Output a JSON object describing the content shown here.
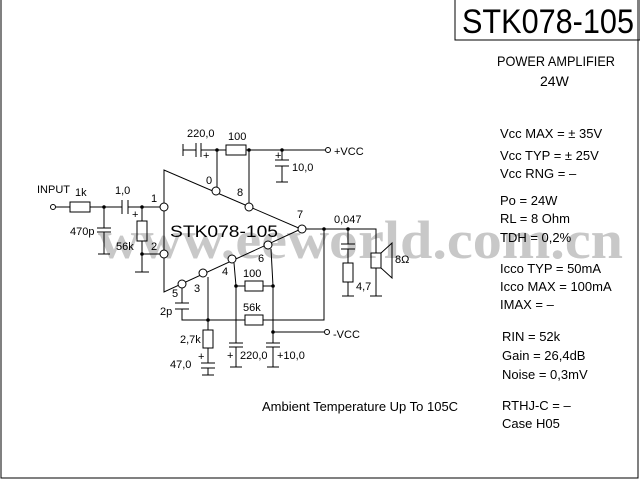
{
  "title": "STK078-105",
  "subtitle": "POWER AMPLIFIER",
  "power": "24W",
  "watermark": "www.eeworld.com.cn",
  "chip_label": "STK078-105",
  "components": {
    "input": "INPUT",
    "r_in": "1k",
    "c_in": "1,0",
    "c_470p": "470p",
    "r_56k_in": "56k",
    "c_220_top": "220,0",
    "r_100_top": "100",
    "c_10_top": "10,0",
    "vcc_pos": "+VCC",
    "vcc_neg": "-VCC",
    "c_2p": "2p",
    "r_100_fb": "100",
    "r_56k_fb": "56k",
    "r_2_7k": "2,7k",
    "c_47": "47,0",
    "c_220_bot": "220,0",
    "c_10_bot": "+10,0",
    "c_0_047": "0,047",
    "r_4_7": "4,7",
    "speaker": "8Ω"
  },
  "pins": [
    "1",
    "2",
    "0",
    "8",
    "7",
    "5",
    "3",
    "4",
    "6"
  ],
  "specs": [
    "Vcc MAX = ± 35V",
    "Vcc TYP = ± 25V",
    "Vcc RNG =   –",
    "Po  = 24W",
    "RL  = 8 Ohm",
    "TDH = 0,2%",
    "Icco TYP = 50mA",
    "Icco MAX = 100mA",
    "IMAX  =    –",
    "RIN   = 52k",
    "Gain  = 26,4dB",
    "Noise = 0,3mV",
    "RTHJ-C = –",
    "Case  H05"
  ],
  "note": "Ambient Temperature Up To 105C"
}
